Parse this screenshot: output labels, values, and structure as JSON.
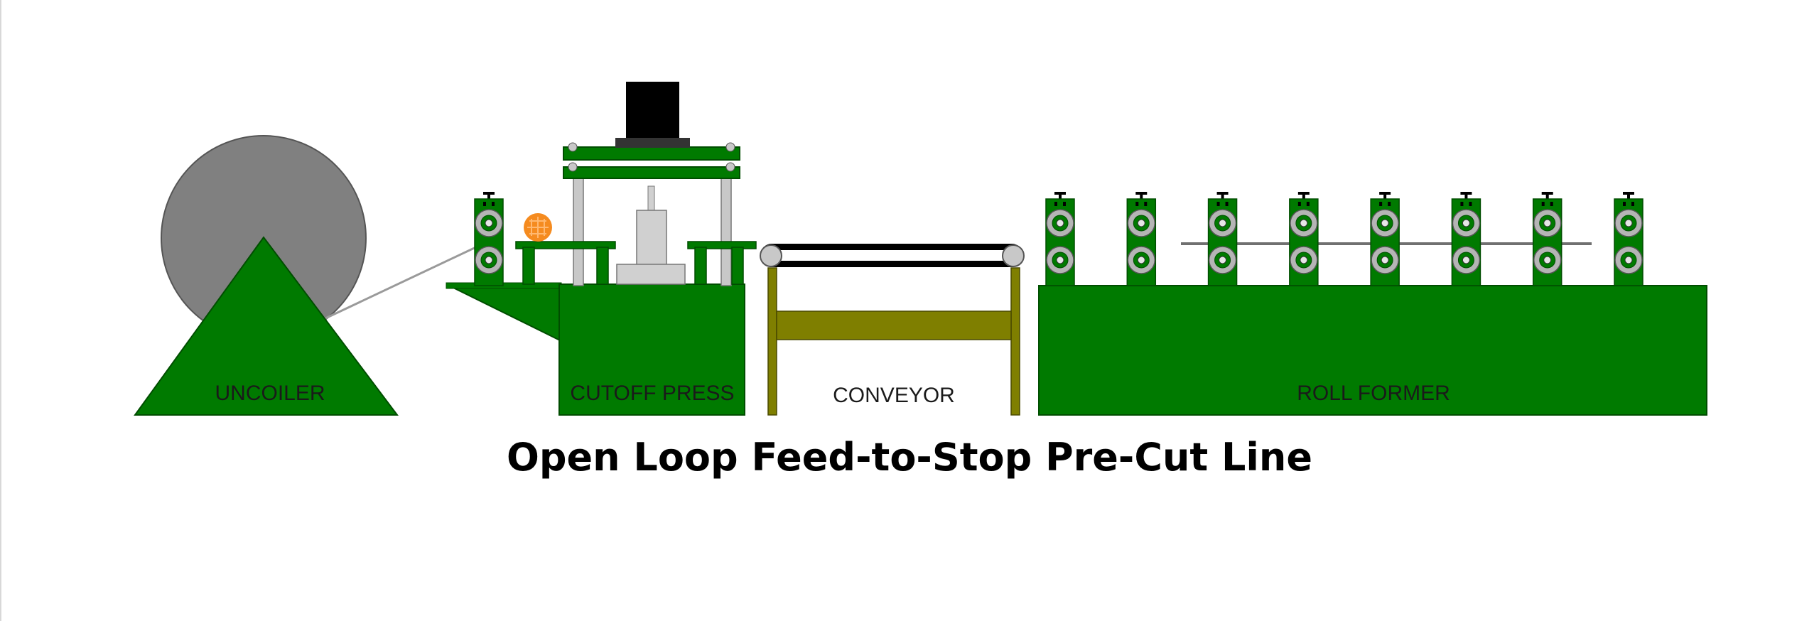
{
  "caption": "Open Loop Feed-to-Stop Pre-Cut Line",
  "stations": {
    "uncoiler": "UNCOILER",
    "cutoff_press": "CUTOFF PRESS",
    "conveyor": "CONVEYOR",
    "roll_former": "ROLL FORMER"
  },
  "colors": {
    "machine_green": "#007a00",
    "conveyor_olive": "#7f7f00",
    "coil_gray": "#808080",
    "press_motor": "#000000",
    "sensor_orange": "#f58b1f",
    "roll_gray": "#b5b5b5"
  },
  "roll_stand_count": 8
}
